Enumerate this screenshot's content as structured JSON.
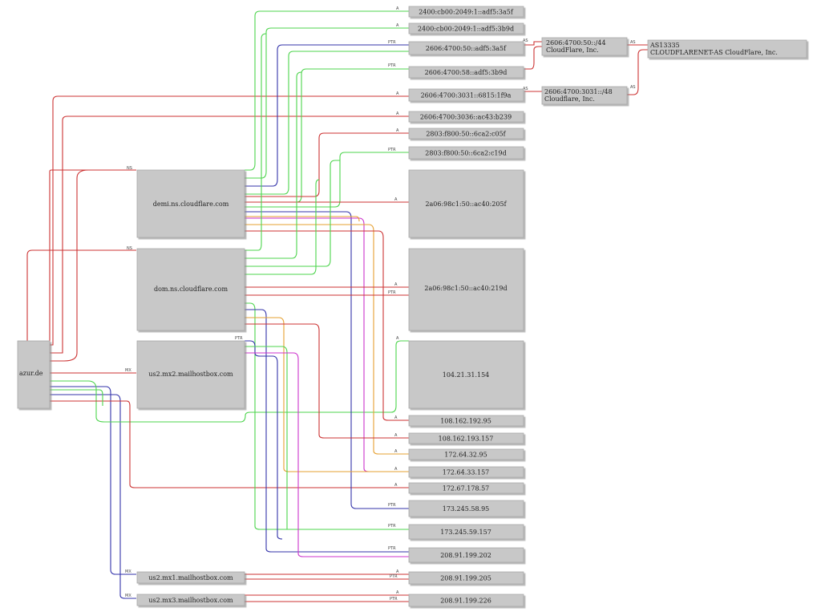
{
  "colors": {
    "A": "#4cd44c",
    "AAAA": "#cc3333",
    "NS": "#cc3333",
    "MX": "#3333aa",
    "PTR": "#3333aa",
    "CNAME": "#cc33cc",
    "misc": "#e6a030",
    "node_fill": "#c8c8c8"
  },
  "nodes": {
    "azur": {
      "label": "azur.de"
    },
    "ns1": {
      "label": "demi.ns.cloudflare.com"
    },
    "ns2": {
      "label": "dom.ns.cloudflare.com"
    },
    "mx2": {
      "label": "us2.mx2.mailhostbox.com"
    },
    "mx1": {
      "label": "us2.mx1.mailhostbox.com"
    },
    "mx3": {
      "label": "us2.mx3.mailhostbox.com"
    },
    "v6_1": {
      "label": "2400:cb00:2049:1::adf5:3a5f"
    },
    "v6_2": {
      "label": "2400:cb00:2049:1::adf5:3b9d"
    },
    "v6_3": {
      "label": "2606:4700:50::adf5:3a5f"
    },
    "v6_4": {
      "label": "2606:4700:58::adf5:3b9d"
    },
    "v6_5": {
      "label": "2606:4700:3031::6815:1f9a"
    },
    "v6_6": {
      "label": "2606:4700:3036::ac43:b239"
    },
    "v6_7": {
      "label": "2803:f800:50::6ca2:c05f"
    },
    "v6_8": {
      "label": "2803:f800:50::6ca2:c19d"
    },
    "v6_9": {
      "label": "2a06:98c1:50::ac40:205f"
    },
    "v6_10": {
      "label": "2a06:98c1:50::ac40:219d"
    },
    "v4_1": {
      "label": "104.21.31.154"
    },
    "v4_2": {
      "label": "108.162.192.95"
    },
    "v4_3": {
      "label": "108.162.193.157"
    },
    "v4_4": {
      "label": "172.64.32.95"
    },
    "v4_5": {
      "label": "172.64.33.157"
    },
    "v4_6": {
      "label": "172.67.178.57"
    },
    "v4_7": {
      "label": "173.245.58.95"
    },
    "v4_8": {
      "label": "173.245.59.157"
    },
    "v4_9": {
      "label": "208.91.199.202"
    },
    "v4_10": {
      "label": "208.91.199.205"
    },
    "v4_11": {
      "label": "208.91.199.226"
    },
    "net1": {
      "label1": "2606:4700:50::/44",
      "label2": "CloudFlare, Inc."
    },
    "net2": {
      "label1": "2606:4700:3031::/48",
      "label2": "Cloudflare, Inc."
    },
    "as": {
      "label1": "AS13335",
      "label2": "CLOUDFLARENET-AS CloudFlare, Inc."
    }
  },
  "edge_types": [
    "A",
    "PTR",
    "NS",
    "MX",
    "AS"
  ]
}
